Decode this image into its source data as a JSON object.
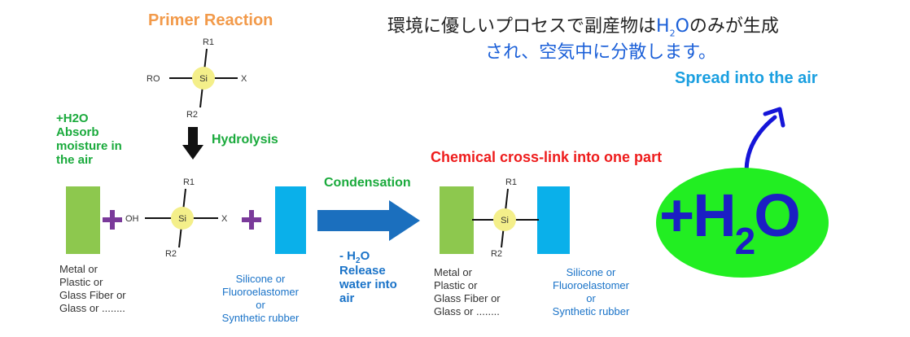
{
  "primer": {
    "title": "Primer Reaction",
    "r1": "R1",
    "r2": "R2",
    "ro": "RO",
    "x": "X",
    "si": "Si"
  },
  "hydrolysis": {
    "label": "Hydrolysis"
  },
  "water_note": {
    "lines": [
      "+H2O",
      "Absorb",
      "moisture in",
      "the air"
    ]
  },
  "middle": {
    "r1": "R1",
    "r2": "R2",
    "oh": "OH",
    "x": "X",
    "si": "Si"
  },
  "condensation": {
    "label": "Condensation",
    "minus_prefix": "- H",
    "minus_sub": "2",
    "minus_suffix": "O",
    "release_lines": [
      "Release",
      "water into",
      "air"
    ]
  },
  "substrate_left": {
    "lines": [
      "Metal or",
      "Plastic or",
      "Glass Fiber or",
      "Glass or ........"
    ]
  },
  "rubber_left": {
    "lines": [
      "Silicone or",
      "Fluoroelastomer",
      "or",
      "Synthetic rubber"
    ]
  },
  "crosslink": {
    "title": "Chemical cross-link into one part",
    "r1": "R1",
    "r2": "R2",
    "si": "Si"
  },
  "substrate_right": {
    "lines": [
      "Metal or",
      "Plastic or",
      "Glass Fiber or",
      "Glass or ........"
    ]
  },
  "rubber_right": {
    "lines": [
      "Silicone or",
      "Fluoroelastomer",
      "or",
      "Synthetic rubber"
    ]
  },
  "japanese": {
    "line1_a": "環境に優しいプロセスで副産物は",
    "line1_h": "H",
    "line1_sub": "2",
    "line1_o": "O",
    "line1_b": "のみが生成",
    "line2": "され、空気中に分散します。"
  },
  "spread": {
    "label": "Spread into the air"
  },
  "h2o_badge": {
    "prefix": "+H",
    "sub": "2",
    "suffix": "O"
  },
  "colors": {
    "green_block": "#8dc84e",
    "blue_block": "#0ab0ea",
    "arrow_blue": "#1b6fbe",
    "plus_purple": "#7a3a9a",
    "si_yellow": "#f4ef8a",
    "badge_green": "#22ee22",
    "badge_text": "#1b1fc4",
    "orange": "#f29a4a",
    "red": "#ee1c1c",
    "green_text": "#1aaa3c",
    "blue_text": "#1a73c8",
    "cyan_text": "#1a9fe0"
  }
}
